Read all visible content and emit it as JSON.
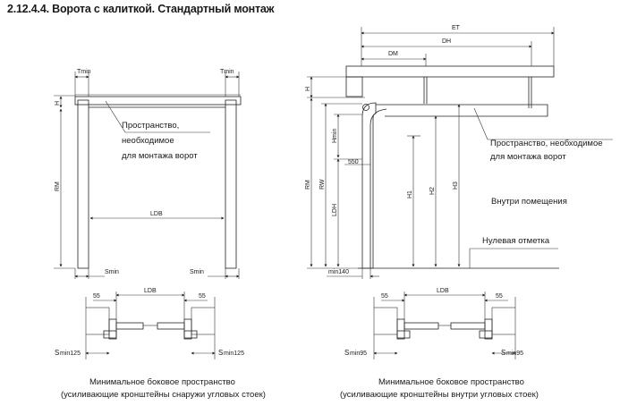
{
  "title": "2.12.4.4. Ворота с калиткой. Стандартный монтаж",
  "left_view": {
    "tmin_left": "Tmin",
    "tmin_right": "Tmin",
    "h": "H",
    "rm": "RM",
    "ldb": "LDB",
    "smin_left": "Smin",
    "smin_right": "Smin",
    "note_line1": "Пространство,",
    "note_line2": "необходимое",
    "note_line3": "для монтажа ворот"
  },
  "right_view": {
    "et": "ET",
    "dh": "DH",
    "dm": "DM",
    "h": "H",
    "hmin": "Hmin",
    "rm": "RM",
    "rw": "RW",
    "ldh": "LDH",
    "h1": "H1",
    "h2": "H2",
    "h3": "H3",
    "dim_550": "550",
    "min140": "min140",
    "note_line1": "Пространство, необходимое",
    "note_line2": "для монтажа ворот",
    "inside": "Внутри помещения",
    "zero_mark": "Нулевая отметка"
  },
  "detail_left": {
    "d55_left": "55",
    "d55_right": "55",
    "ldb": "LDB",
    "smin_left": "min125",
    "smin_right": "min125",
    "caption_line1": "Минимальное боковое пространство",
    "caption_line2": "(усиливающие кронштейны снаружи угловых стоек)"
  },
  "detail_right": {
    "d55_left": "55",
    "d55_right": "55",
    "ldb": "LDB",
    "smin_left": "min95",
    "smin_right": "min95",
    "caption_line1": "Минимальное боковое пространство",
    "caption_line2": "(усиливающие кронштейны внутри угловых стоек)"
  }
}
